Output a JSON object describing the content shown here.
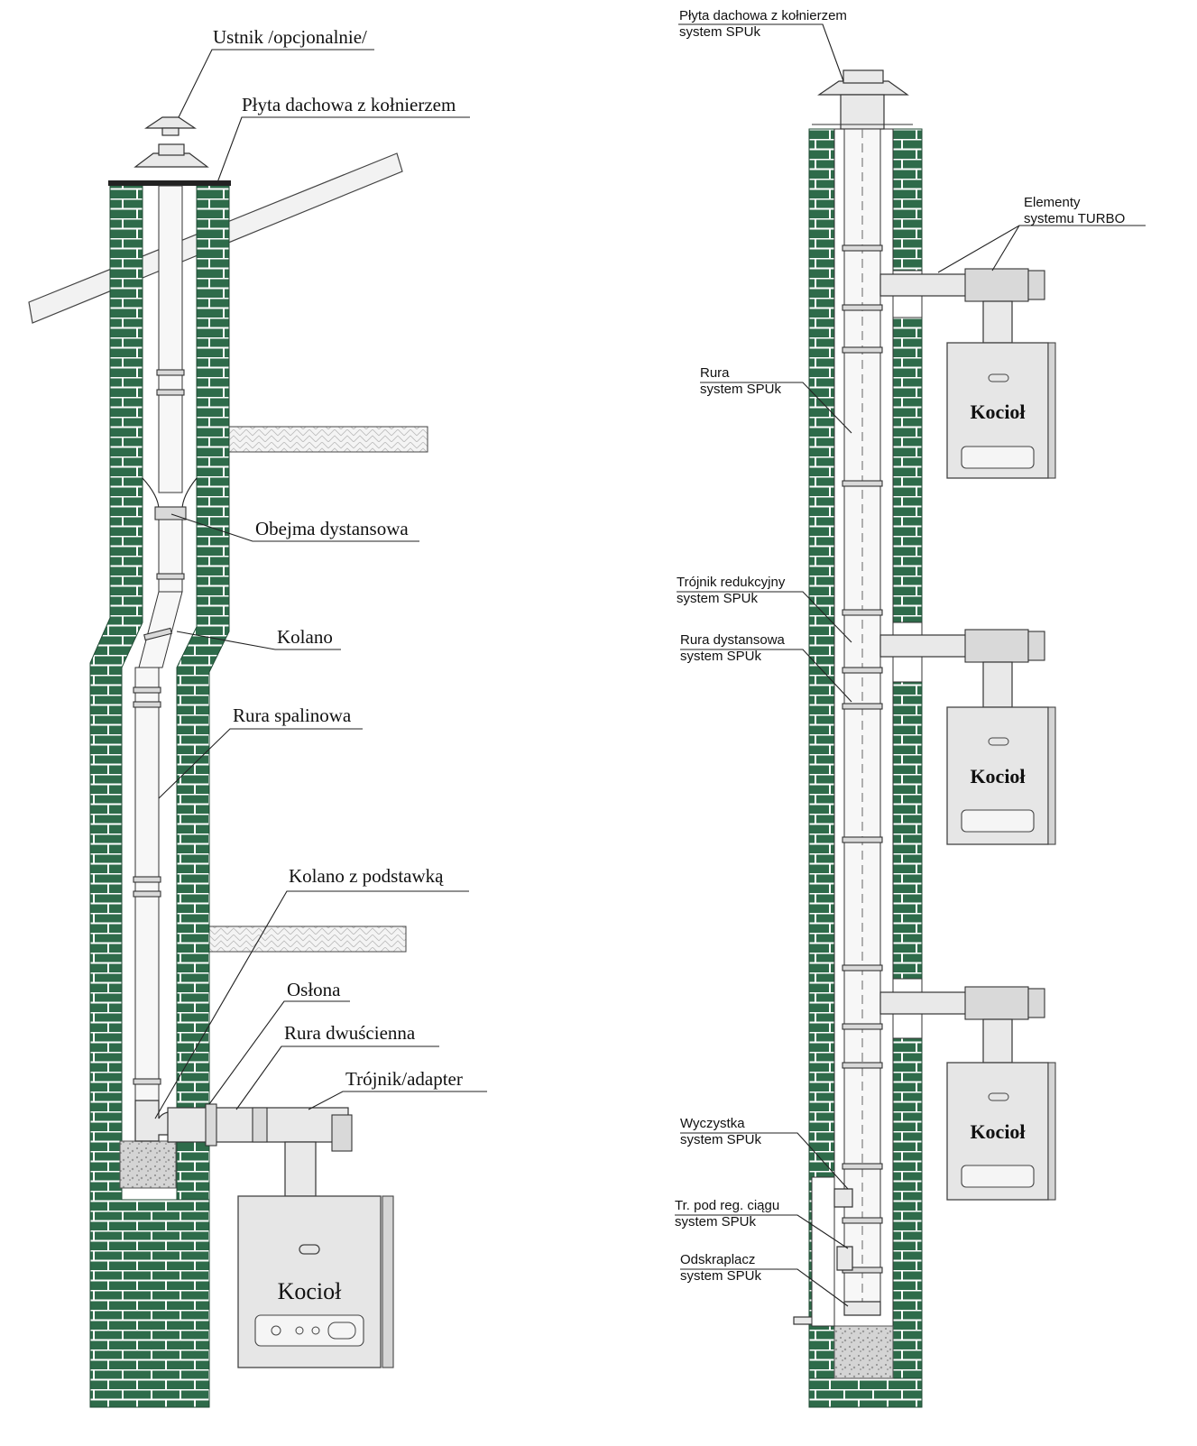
{
  "colors": {
    "brick": "#2e6b4a",
    "mortar": "#ffffff",
    "pipe": "#e9e9e9",
    "boiler": "#e6e6e6"
  },
  "left_diagram": {
    "labels": {
      "ustnik": "Ustnik /opcjonalnie/",
      "plyta": "Płyta dachowa z kołnierzem",
      "obejma": "Obejma dystansowa",
      "kolano": "Kolano",
      "rura_spalinowa": "Rura spalinowa",
      "kolano_podstawka": "Kolano z podstawką",
      "oslona": "Osłona",
      "rura_dwuscienna": "Rura dwuścienna",
      "trojnik": "Trójnik/adapter"
    },
    "boiler_label": "Kocioł"
  },
  "right_diagram": {
    "labels": {
      "plyta_1": "Płyta dachowa z kołnierzem",
      "plyta_2": "system SPUk",
      "turbo_1": "Elementy",
      "turbo_2": "systemu TURBO",
      "rura_1": "Rura",
      "rura_2": "system SPUk",
      "trojnik_red_1": "Trójnik redukcyjny",
      "trojnik_red_2": "system SPUk",
      "rura_dyst_1": "Rura dystansowa",
      "rura_dyst_2": "system SPUk",
      "wyczystka_1": "Wyczystka",
      "wyczystka_2": "system SPUk",
      "tr_reg_1": "Tr. pod reg. ciągu",
      "tr_reg_2": "system SPUk",
      "odskraplacz_1": "Odskraplacz",
      "odskraplacz_2": "system SPUk"
    },
    "boiler_labels": [
      "Kocioł",
      "Kocioł",
      "Kocioł"
    ]
  }
}
